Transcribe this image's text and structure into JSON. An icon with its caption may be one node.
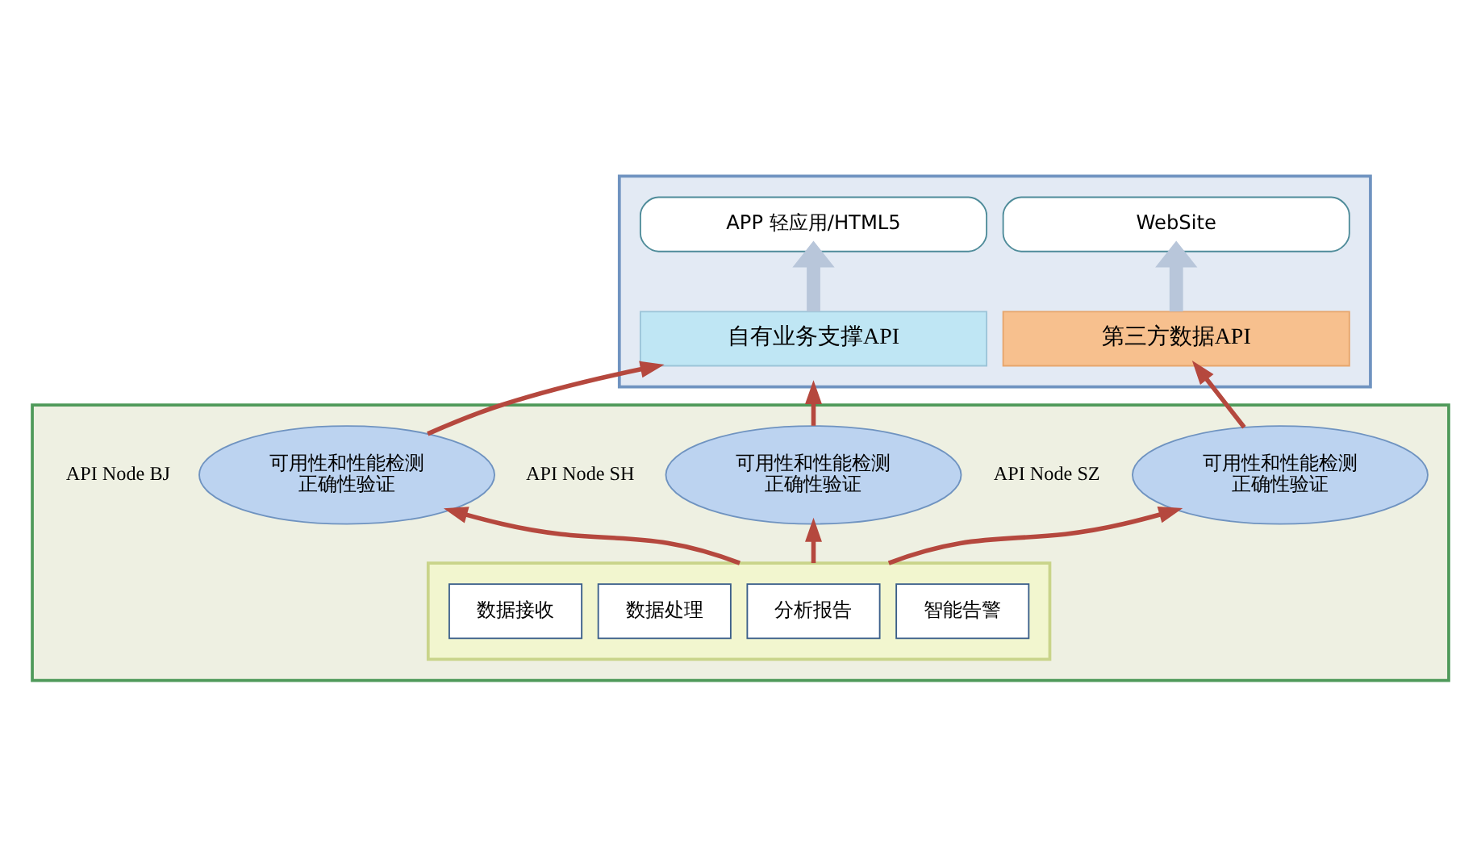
{
  "diagram": {
    "nodes": [
      {
        "text": [],
        "shape": "box"
      },
      {
        "text": [
          "APP 轻应用/HTML5"
        ],
        "in": 0
      },
      {
        "text": [
          "WebSite"
        ],
        "in": 0
      },
      {
        "text": [
          "自有业务支撑API"
        ],
        "in": 0
      },
      {
        "text": [
          "第三方数据API"
        ],
        "in": 0
      },
      {
        "text": [],
        "shape": "box"
      },
      {
        "text": [
          "可用性和性能检测正确性验证"
        ],
        "in": 5,
        "beside": [
          "API Node BJ"
        ]
      },
      {
        "text": [
          "可用性和性能检测正确性验证"
        ],
        "in": 5,
        "beside": [
          "API Node SH"
        ]
      },
      {
        "text": [
          "可用性和性能检测正确性验证"
        ],
        "in": 5,
        "beside": [
          "API Node SZ"
        ]
      },
      {
        "text": [],
        "shape": "box",
        "in": 5
      },
      {
        "text": [
          "数据接收"
        ],
        "in": 9
      },
      {
        "text": [
          "数据处理"
        ],
        "in": 9
      },
      {
        "text": [
          "分析报告"
        ],
        "in": 9
      },
      {
        "text": [
          "智能告警"
        ],
        "in": 9
      }
    ],
    "edges": [
      {
        "from": 9,
        "to": 6,
        "arrow": "to"
      },
      {
        "from": 9,
        "to": 7,
        "arrow": "to"
      },
      {
        "from": 9,
        "to": 8,
        "arrow": "to"
      },
      {
        "from": 6,
        "to": 3,
        "arrow": "to"
      },
      {
        "from": 7,
        "to": 0,
        "arrow": "to"
      },
      {
        "from": 8,
        "to": 4,
        "arrow": "to"
      },
      {
        "from": 3,
        "to": 1,
        "arrow": "to",
        "style": "thick",
        "color": "#b8c6da"
      },
      {
        "from": 4,
        "to": 2,
        "arrow": "to",
        "style": "thick",
        "color": "#b8c6da"
      }
    ]
  }
}
